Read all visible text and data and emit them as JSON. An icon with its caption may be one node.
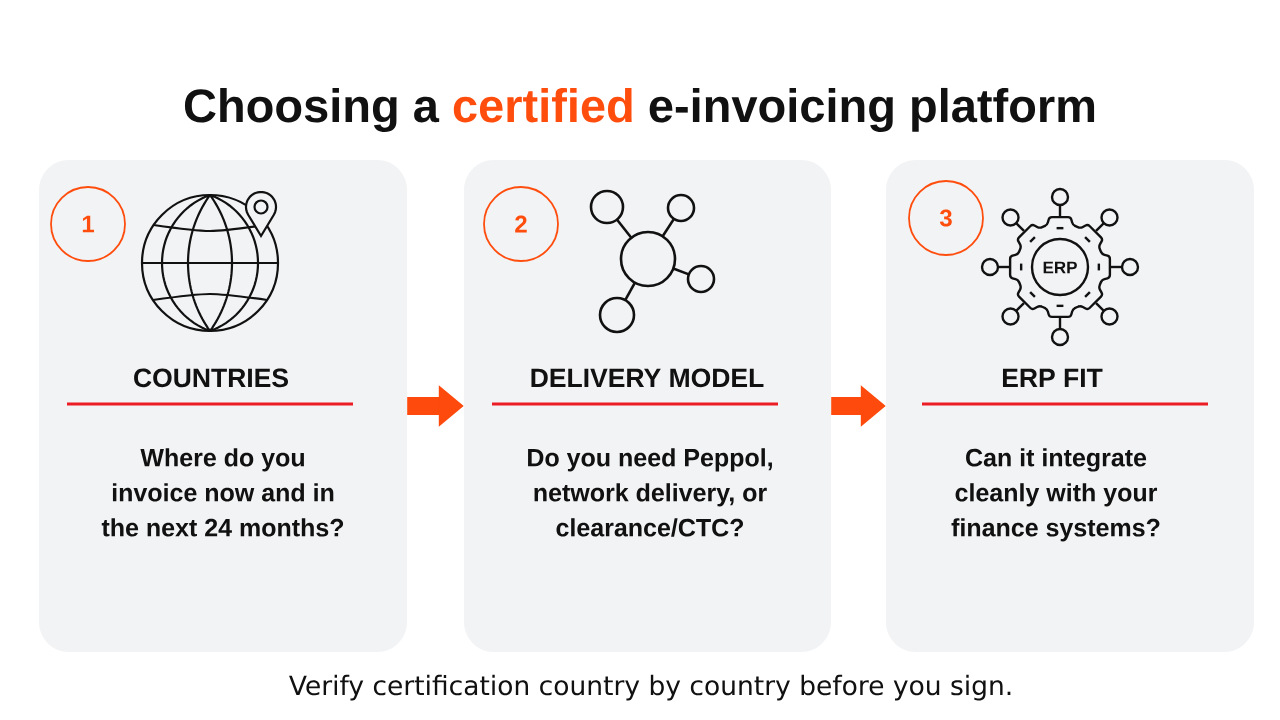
{
  "diagram": {
    "title": "Choosing a *certified* e-invoicing platform",
    "nodes": [
      {
        "text": [
          "COUNTRIES",
          "Where do you invoice now and in the next 24 months?"
        ]
      },
      {
        "text": [
          "1"
        ],
        "in": 0
      },
      {
        "text": [
          "DELIVERY MODEL",
          "Do you need Peppol, network delivery, or clearance/CTC?"
        ]
      },
      {
        "text": [
          "2"
        ],
        "in": 2
      },
      {
        "text": [
          "ERP FIT",
          "Can it integrate cleanly with your finance systems?"
        ]
      },
      {
        "text": [
          "3"
        ],
        "in": 4
      }
    ],
    "edges": [
      {
        "from": 0,
        "to": 2,
        "arrow": "to"
      },
      {
        "from": 2,
        "to": 4,
        "arrow": "to"
      }
    ],
    "labels": [
      "ERP"
    ],
    "caption": "Verify certification country by country before you sign."
  }
}
